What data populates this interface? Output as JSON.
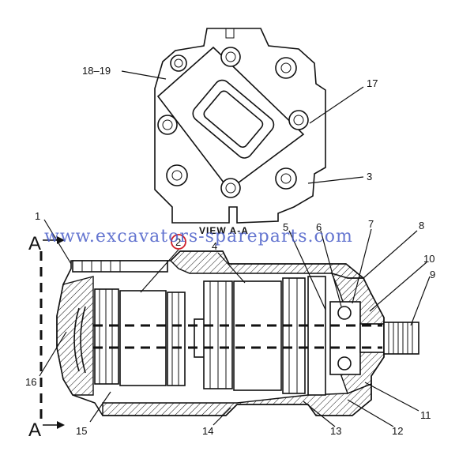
{
  "diagram": {
    "view_label": "VIEW A-A",
    "section_letters": {
      "top": "A",
      "bottom": "A"
    },
    "watermark": "www.excavators-spareparts.com",
    "callouts": {
      "c1": "1",
      "c2": "2",
      "c3": "3",
      "c4": "4",
      "c5": "5",
      "c6": "6",
      "c7": "7",
      "c8": "8",
      "c9": "9",
      "c10": "10",
      "c11": "11",
      "c12": "12",
      "c13": "13",
      "c14": "14",
      "c15": "15",
      "c16": "16",
      "c17": "17",
      "c18_19": "18–19"
    },
    "colors": {
      "line": "#111111",
      "watermark": "#4a5ec8",
      "highlight_circle": "#d0202a"
    }
  }
}
